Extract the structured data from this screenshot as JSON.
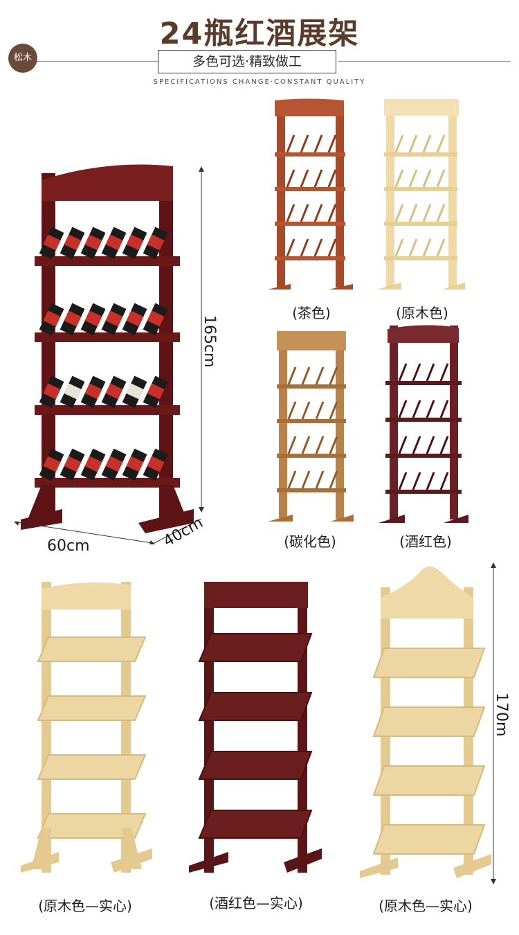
{
  "header": {
    "title": "24瓶红酒展架",
    "badge": "松木",
    "subtitle": "多色可选·精致做工",
    "tagline": "SPECIFICATIONS CHANGE·CONSTANT QUALITY"
  },
  "main_product": {
    "height_label": "165cm",
    "width_label": "60cm",
    "depth_label": "40cm",
    "color": "#7a1f1f"
  },
  "variants": [
    {
      "label": "(茶色)",
      "color": "#a8492a"
    },
    {
      "label": "(原木色)",
      "color": "#efd9a6"
    },
    {
      "label": "(碳化色)",
      "color": "#b9824a"
    },
    {
      "label": "(酒红色)",
      "color": "#6a2024"
    }
  ],
  "solid_variants": [
    {
      "label": "(原木色—实心)",
      "color": "#ecd6a2"
    },
    {
      "label": "(酒红色—实心)",
      "color": "#6b1e1e"
    },
    {
      "label": "(原木色—实心)",
      "color": "#ecd6a2"
    }
  ],
  "solid_height_label": "170m"
}
